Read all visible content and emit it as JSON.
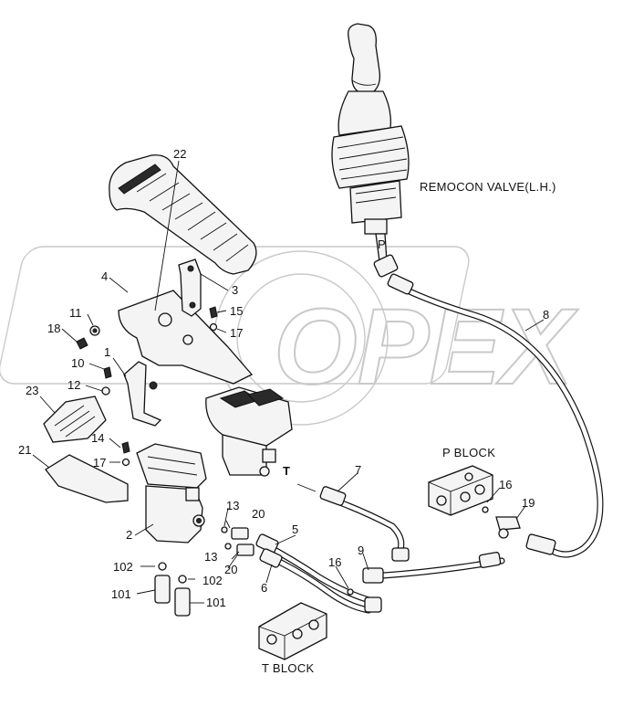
{
  "captions": {
    "remocon": "REMOCON VALVE(L.H.)",
    "p_block": "P BLOCK",
    "t_block": "T BLOCK",
    "port_p": "P",
    "port_t": "T"
  },
  "callouts": {
    "c1": "1",
    "c2": "2",
    "c3": "3",
    "c4": "4",
    "c5": "5",
    "c6": "6",
    "c7": "7",
    "c8": "8",
    "c9": "9",
    "c10": "10",
    "c11": "11",
    "c12": "12",
    "c13a": "13",
    "c13b": "13",
    "c14": "14",
    "c15": "15",
    "c16a": "16",
    "c16b": "16",
    "c17a": "17",
    "c17b": "17",
    "c18": "18",
    "c19": "19",
    "c20a": "20",
    "c20b": "20",
    "c21": "21",
    "c22": "22",
    "c23": "23",
    "c101a": "101",
    "c101b": "101",
    "c102a": "102",
    "c102b": "102"
  },
  "watermark": {
    "text": "OPEX",
    "color": "#c9c9c9"
  },
  "colors": {
    "line": "#111111",
    "background": "#ffffff"
  }
}
